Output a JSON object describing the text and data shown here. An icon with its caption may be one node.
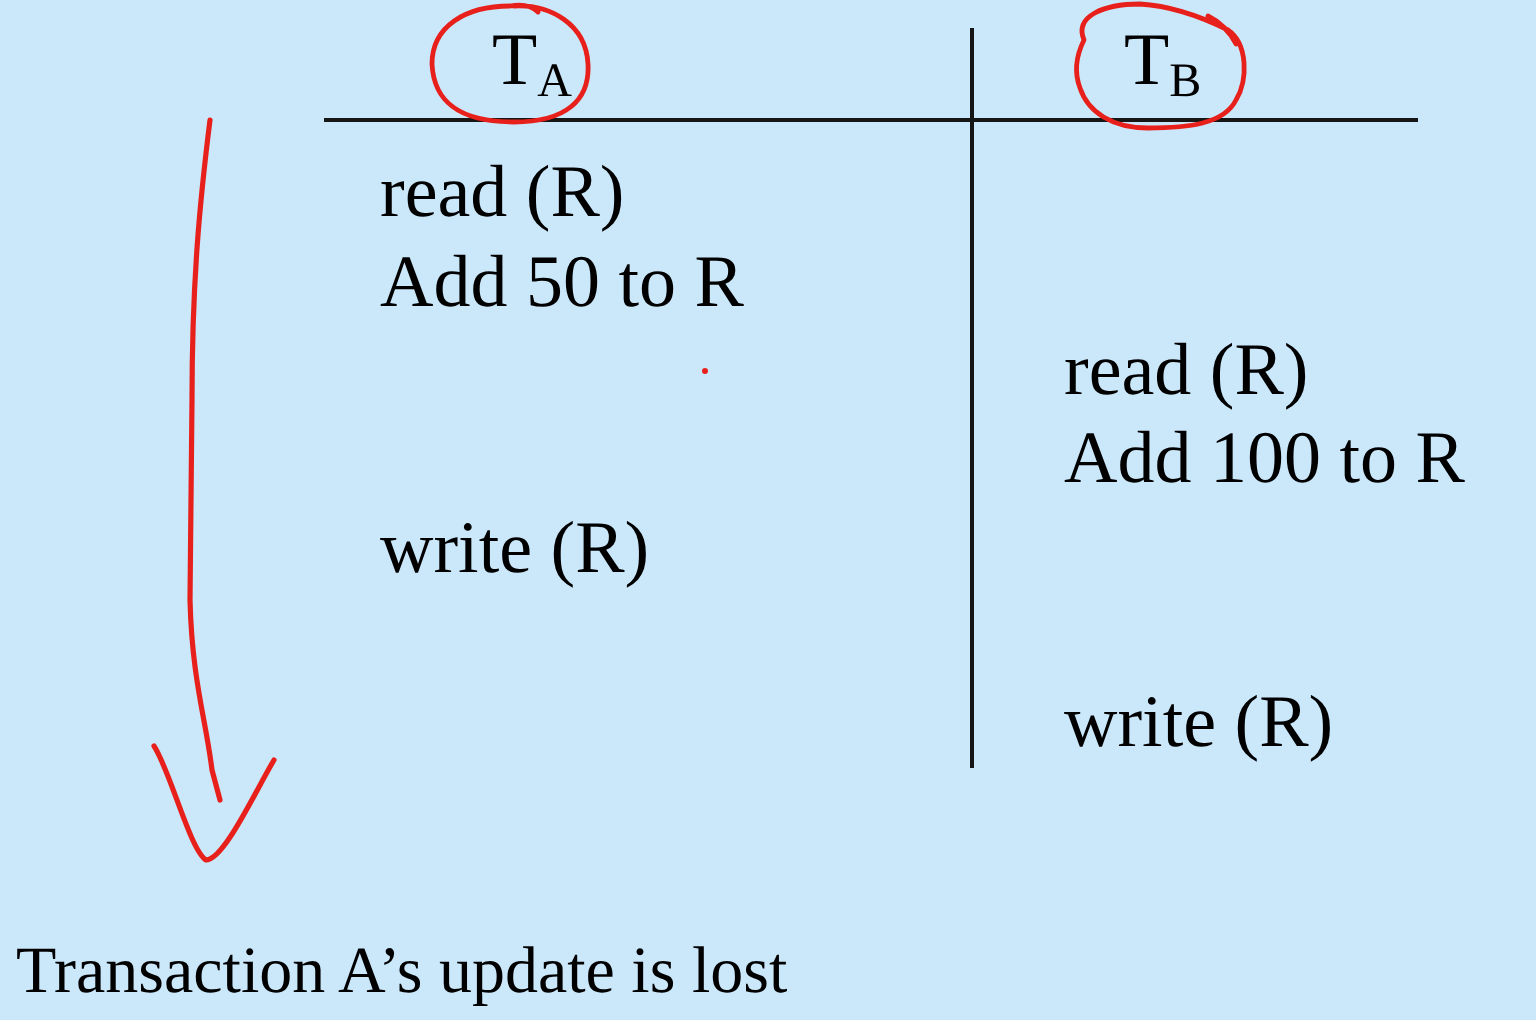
{
  "diagram": {
    "nodes": [
      {
        "text": [
          "T$_{A}$"
        ]
      },
      {
        "text": [
          "T$_{B}$"
        ]
      }
    ],
    "labels": [
      "read (R)",
      "Add 50 to R",
      "read (R)",
      "Add 100 to R",
      "write (R)",
      "write (R)"
    ],
    "caption": "Transaction A’s update is lost"
  }
}
